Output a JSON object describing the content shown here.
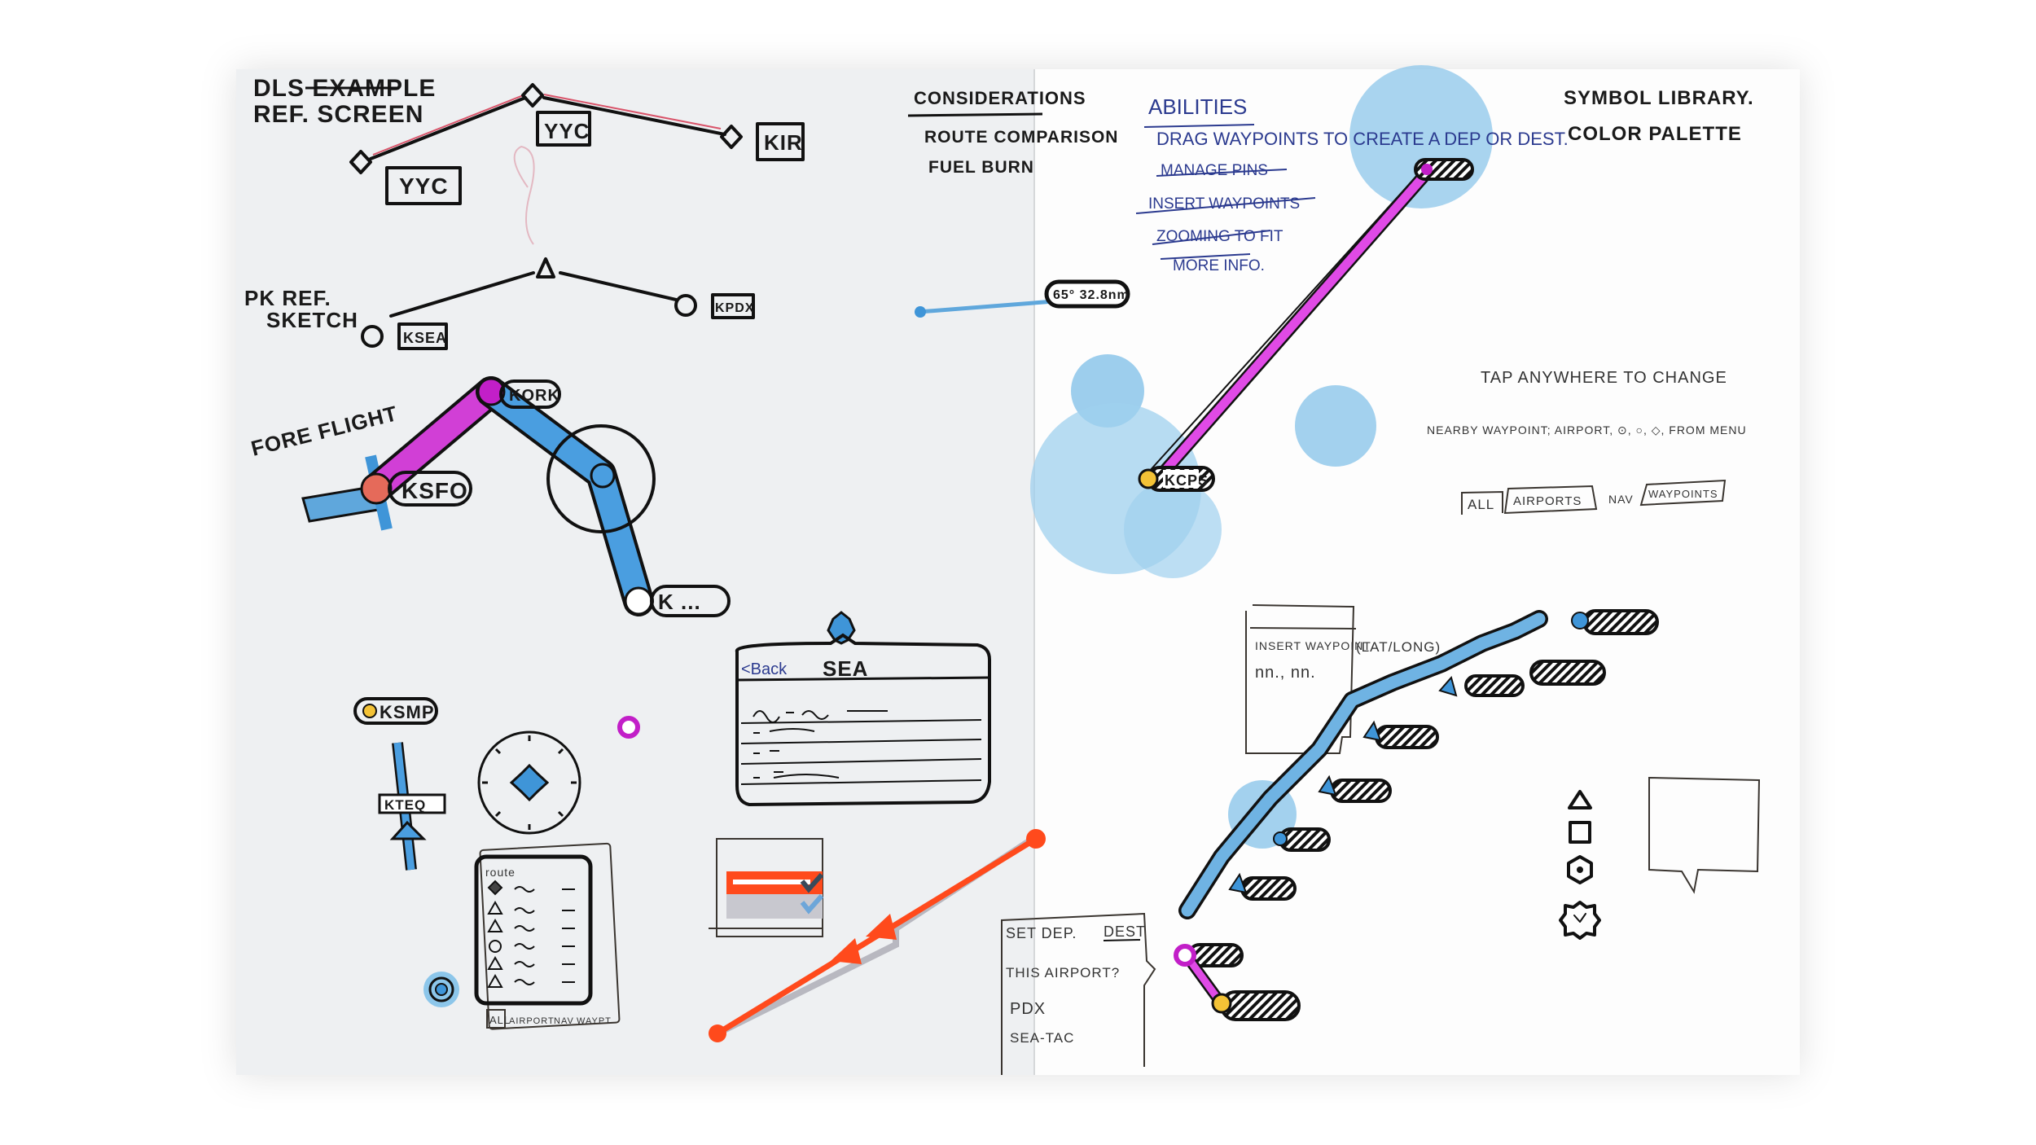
{
  "left_page": {
    "dls_title": "DLS EXAMPLE",
    "dls_subtitle": "REF. SCREEN",
    "dls_labels": [
      "YYC",
      "YYC",
      "KIR"
    ],
    "pk_title": "PK REF.",
    "pk_subtitle": "SKETCH",
    "pk_labels": [
      "KSEA",
      "KPDX"
    ],
    "foreflight_title": "FORE FLIGHT",
    "foreflight_labels": [
      "KSFO",
      "KORK",
      "K ..."
    ],
    "ksmp_label": "KSMP",
    "slider_label": "KTEQ",
    "list_card": {
      "title": "route",
      "tabs": [
        "ALL",
        "AIRPORT",
        "NAV",
        "WAYPT"
      ]
    },
    "sea_card": {
      "back_label": "<Back",
      "title": "SEA"
    }
  },
  "right_page": {
    "considerations_title": "CONSIDERATIONS",
    "considerations_items": [
      "ROUTE COMPARISON",
      "FUEL BURN"
    ],
    "distance_label": "65° 32.8nm",
    "abilities_title": "ABILITIES",
    "abilities_items": [
      "DRAG WAYPOINTS TO CREATE A DEP OR DEST.",
      "MANAGE PINS",
      "INSERT WAYPOINTS",
      "ZOOMING TO FIT",
      "MORE INFO."
    ],
    "symbol_library": "SYMBOL LIBRARY.",
    "color_palette": "COLOR PALETTE",
    "route_bottom_label": "KCPS",
    "tap_note": "TAP ANYWHERE TO CHANGE",
    "nearby_note": "NEARBY WAYPOINT; AIRPORT, ⊙, ○, ◇, FROM MENU",
    "filter_tabs": [
      "ALL",
      "AIRPORTS",
      "NAV",
      "WAYPOINTS"
    ],
    "insert_box": {
      "title": "INSERT WAYPOINT",
      "value": "nn., nn.",
      "hint": "(LAT/LONG)"
    },
    "set_box": {
      "title": "SET DEP.",
      "title_alt": "DEST",
      "question": "THIS AIRPORT?",
      "options": [
        "PDX",
        "SEA-TAC"
      ]
    }
  },
  "colors": {
    "magenta": "#d13fd6",
    "blue": "#3f95d8",
    "light_blue": "#8cc6ea",
    "orange": "#ff4a1c",
    "yellow": "#f3c236",
    "ink": "#111111"
  }
}
